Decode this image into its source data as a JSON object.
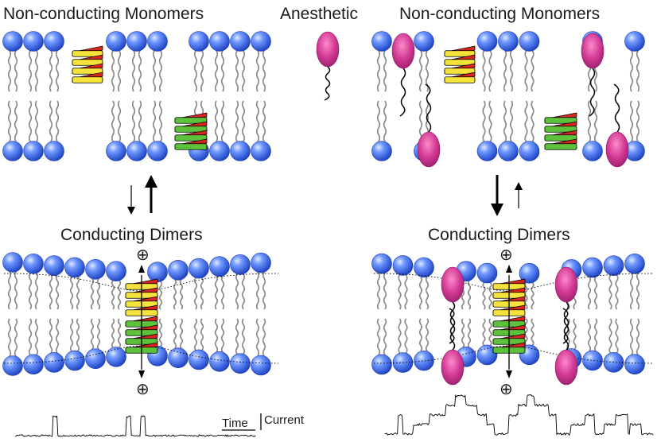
{
  "labels": {
    "top_left": "Non-conducting Monomers",
    "top_right": "Non-conducting Monomers",
    "anesthetic": "Anesthetic",
    "mid_left": "Conducting Dimers",
    "mid_right": "Conducting Dimers",
    "time": "Time",
    "current": "Current",
    "plus": "⊕"
  },
  "colors": {
    "lipid_head": "#3f6fe0",
    "lipid_tail": "#8a8a8a",
    "helix_yellow": "#f5e23a",
    "helix_green": "#5cc23a",
    "helix_red": "#d6261c",
    "anesthetic": "#c8348c",
    "trace": "#000000"
  }
}
